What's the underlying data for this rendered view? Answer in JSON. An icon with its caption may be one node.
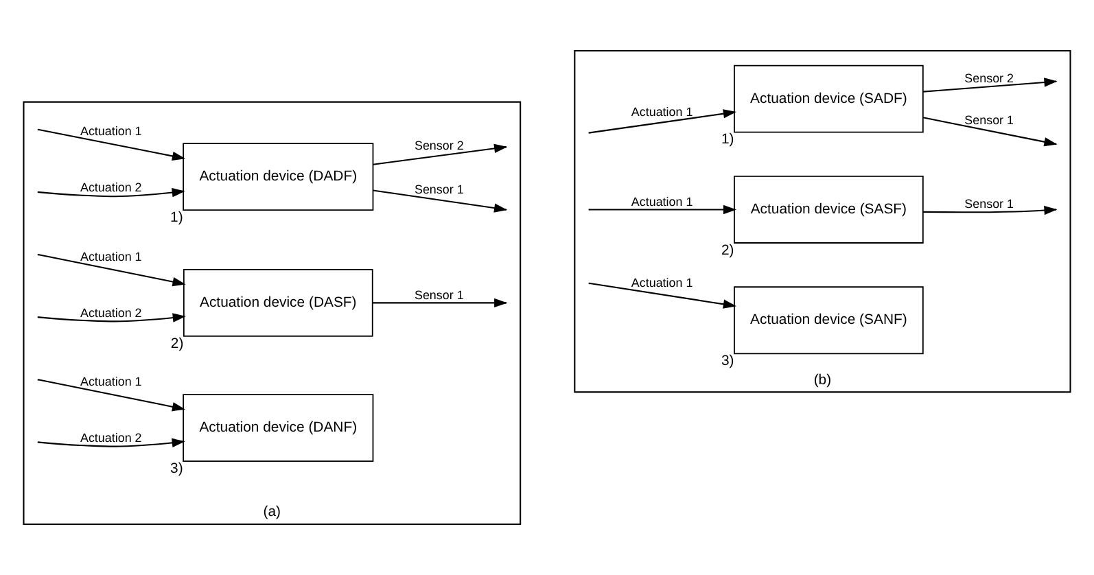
{
  "diagram": {
    "nodes": [
      {
        "text": [
          "(a)"
        ]
      },
      {
        "text": [
          "Actuation device (DADF)"
        ],
        "beside": [
          "1)"
        ],
        "in": 0
      },
      {
        "text": [
          "Actuation device (DASF)"
        ],
        "beside": [
          "2)"
        ],
        "in": 0
      },
      {
        "text": [
          "Actuation device (DANF)"
        ],
        "beside": [
          "3)"
        ],
        "in": 0
      },
      {
        "text": [
          "(b)"
        ]
      },
      {
        "text": [
          "Actuation device (SADF)"
        ],
        "beside": [
          "1)"
        ],
        "in": 4
      },
      {
        "text": [
          "Actuation device (SASF)"
        ],
        "beside": [
          "2)"
        ],
        "in": 4
      },
      {
        "text": [
          "Actuation device (SANF)"
        ],
        "beside": [
          "3)"
        ],
        "in": 4
      }
    ],
    "edges": [
      {
        "from": null,
        "to": 1,
        "arrow": "to",
        "label": "Actuation 1"
      },
      {
        "from": null,
        "to": 1,
        "arrow": "to",
        "label": "Actuation 2"
      },
      {
        "from": 1,
        "to": null,
        "arrow": "to",
        "label": "Sensor 1"
      },
      {
        "from": 1,
        "to": null,
        "arrow": "to",
        "label": "Sensor 2"
      },
      {
        "from": null,
        "to": 2,
        "arrow": "to",
        "label": "Actuation 1"
      },
      {
        "from": null,
        "to": 2,
        "arrow": "to",
        "label": "Actuation 2"
      },
      {
        "from": 2,
        "to": null,
        "arrow": "to",
        "label": "Sensor 1"
      },
      {
        "from": null,
        "to": 3,
        "arrow": "to",
        "label": "Actuation 1"
      },
      {
        "from": null,
        "to": 3,
        "arrow": "to",
        "label": "Actuation 2"
      },
      {
        "from": null,
        "to": 5,
        "arrow": "to",
        "label": "Actuation 1"
      },
      {
        "from": 5,
        "to": null,
        "arrow": "to",
        "label": "Sensor 1"
      },
      {
        "from": 5,
        "to": null,
        "arrow": "to",
        "label": "Sensor 2"
      },
      {
        "from": null,
        "to": 6,
        "arrow": "to",
        "label": "Actuation 1"
      },
      {
        "from": 6,
        "to": null,
        "arrow": "to",
        "label": "Sensor 1"
      },
      {
        "from": null,
        "to": 7,
        "arrow": "to",
        "label": "Actuation 1"
      }
    ]
  }
}
